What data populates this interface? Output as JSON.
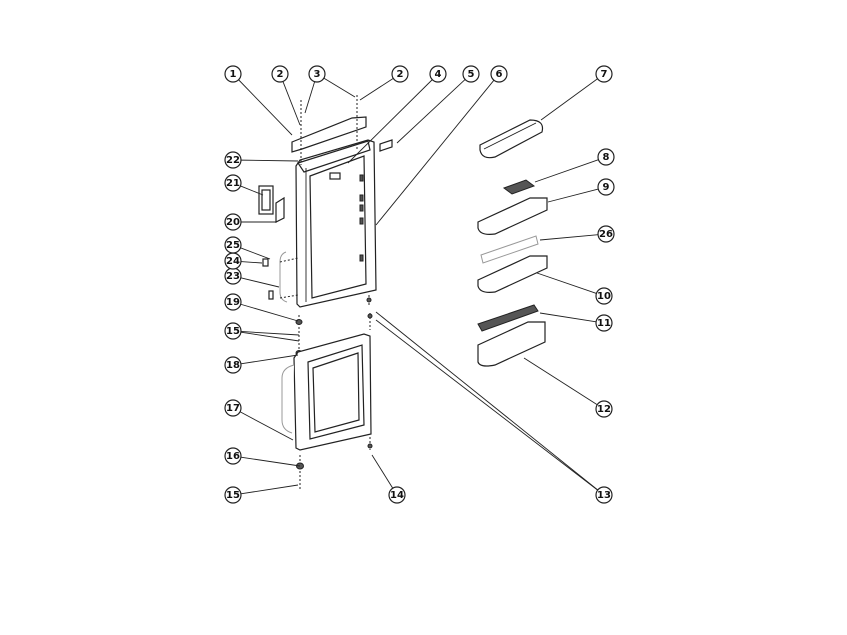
{
  "diagram": {
    "callouts": [
      "1",
      "2",
      "3",
      "2",
      "4",
      "5",
      "6",
      "7",
      "8",
      "9",
      "26",
      "10",
      "11",
      "12",
      "13",
      "14",
      "15",
      "15",
      "16",
      "17",
      "18",
      "19",
      "20",
      "21",
      "22",
      "23",
      "24",
      "25"
    ]
  }
}
